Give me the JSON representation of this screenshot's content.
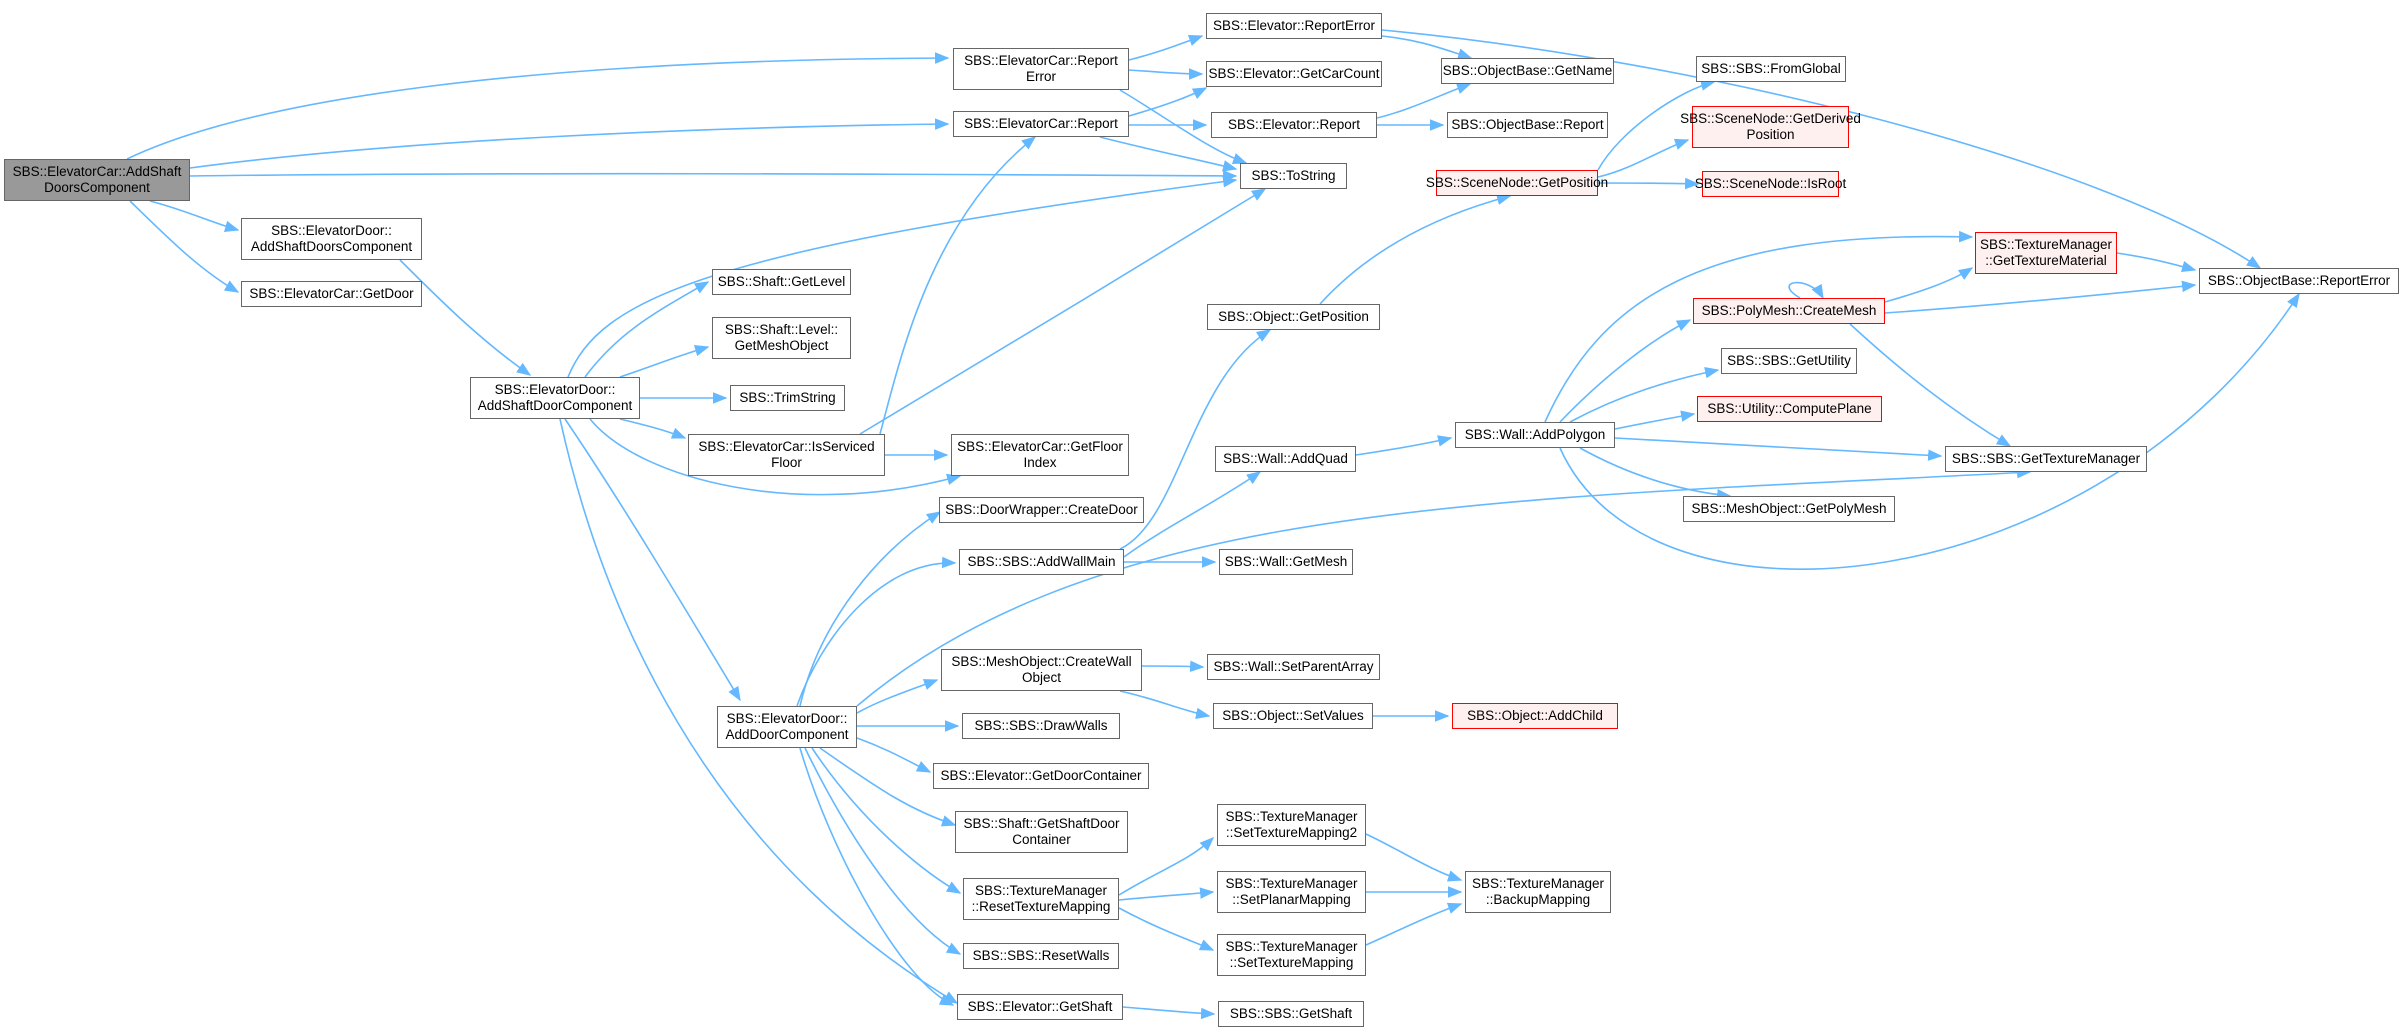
{
  "colors": {
    "edge": "#63b8ff",
    "node_border": "#666666",
    "highlight_border": "#ff0000",
    "highlight_fill": "#fff0f0",
    "root_fill": "#999999"
  },
  "nodes": {
    "n01": "SBS::ElevatorCar::AddShaft\nDoorsComponent",
    "n02": "SBS::ElevatorDoor::\nAddShaftDoorsComponent",
    "n03": "SBS::ElevatorCar::GetDoor",
    "n04": "SBS::ElevatorCar::Report\nError",
    "n05": "SBS::ElevatorCar::Report",
    "n06": "SBS::ToString",
    "n07": "SBS::ElevatorDoor::\nAddShaftDoorComponent",
    "n08": "SBS::Shaft::GetLevel",
    "n09": "SBS::Shaft::Level::\nGetMeshObject",
    "n10": "SBS::TrimString",
    "n11": "SBS::ElevatorCar::IsServiced\nFloor",
    "n12": "SBS::ElevatorCar::GetFloor\nIndex",
    "n13": "SBS::ElevatorDoor::\nAddDoorComponent",
    "n14": "SBS::Elevator::ReportError",
    "n15": "SBS::Elevator::GetCarCount",
    "n16": "SBS::Elevator::Report",
    "n17": "SBS::ObjectBase::GetName",
    "n18": "SBS::ObjectBase::Report",
    "n19": "SBS::SBS::FromGlobal",
    "n20": "SBS::SceneNode::GetDerived\nPosition",
    "n21": "SBS::SceneNode::GetPosition",
    "n22": "SBS::SceneNode::IsRoot",
    "n23": "SBS::Object::GetPosition",
    "n24": "SBS::TextureManager\n::GetTextureMaterial",
    "n25": "SBS::ObjectBase::ReportError",
    "n26": "SBS::PolyMesh::CreateMesh",
    "n27": "SBS::SBS::GetUtility",
    "n28": "SBS::Utility::ComputePlane",
    "n29": "SBS::Wall::AddPolygon",
    "n30": "SBS::Wall::AddQuad",
    "n31": "SBS::SBS::GetTextureManager",
    "n32": "SBS::MeshObject::GetPolyMesh",
    "n33": "SBS::DoorWrapper::CreateDoor",
    "n34": "SBS::SBS::AddWallMain",
    "n35": "SBS::Wall::GetMesh",
    "n36": "SBS::MeshObject::CreateWall\nObject",
    "n37": "SBS::Wall::SetParentArray",
    "n38": "SBS::Object::SetValues",
    "n39": "SBS::Object::AddChild",
    "n40": "SBS::SBS::DrawWalls",
    "n41": "SBS::Elevator::GetDoorContainer",
    "n42": "SBS::Shaft::GetShaftDoor\nContainer",
    "n43": "SBS::TextureManager\n::SetTextureMapping2",
    "n44": "SBS::TextureManager\n::ResetTextureMapping",
    "n45": "SBS::TextureManager\n::SetPlanarMapping",
    "n46": "SBS::TextureManager\n::BackupMapping",
    "n47": "SBS::TextureManager\n::SetTextureMapping",
    "n48": "SBS::SBS::ResetWalls",
    "n49": "SBS::Elevator::GetShaft",
    "n50": "SBS::SBS::GetShaft"
  }
}
